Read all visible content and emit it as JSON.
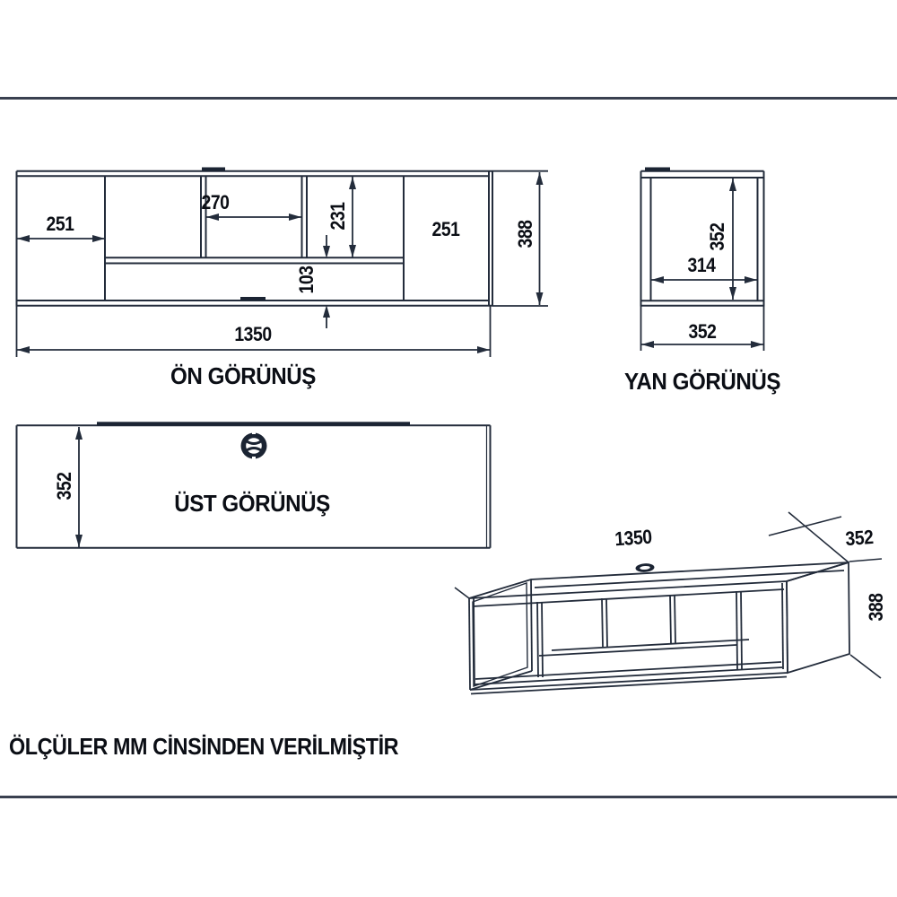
{
  "note": "ÖLÇÜLER MM CİNSİNDEN VERİLMİŞTİR",
  "colors": {
    "line": "#232c3b",
    "text": "#0b0e15",
    "rule": "#3a4150"
  },
  "views": {
    "front": {
      "label": "ÖN GÖRÜNÜŞ",
      "dims": {
        "left_width": "251",
        "middle_width": "270",
        "upper_height": "231",
        "right_width": "251",
        "bottom_gap": "103",
        "total_width": "1350",
        "total_height": "388"
      }
    },
    "side": {
      "label": "YAN GÖRÜNÜŞ",
      "dims": {
        "inner_height": "352",
        "inner_depth": "314",
        "total_depth": "352"
      }
    },
    "top": {
      "label": "ÜST GÖRÜNÜŞ",
      "dims": {
        "depth": "352"
      }
    },
    "iso": {
      "dims": {
        "width": "1350",
        "depth": "352",
        "height": "388"
      }
    }
  }
}
